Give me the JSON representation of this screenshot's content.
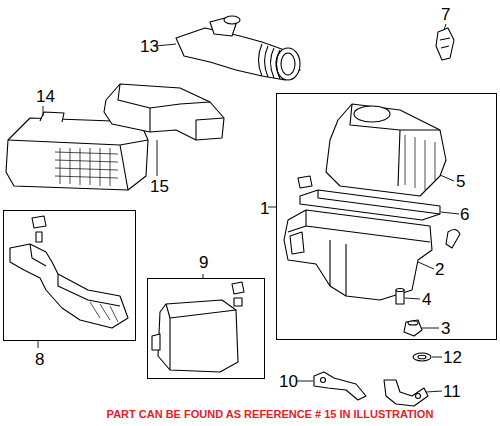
{
  "diagram": {
    "nodes": [
      {
        "text": [
          "1"
        ]
      },
      {
        "text": [
          "8"
        ]
      },
      {
        "text": [
          "9"
        ]
      }
    ],
    "labels": [
      "13",
      "7",
      "14",
      "15",
      "5",
      "6",
      "2",
      "4",
      "3",
      "12",
      "10",
      "11",
      "PART CAN BE FOUND AS REFERENCE # 15 IN ILLUSTRATION"
    ]
  }
}
